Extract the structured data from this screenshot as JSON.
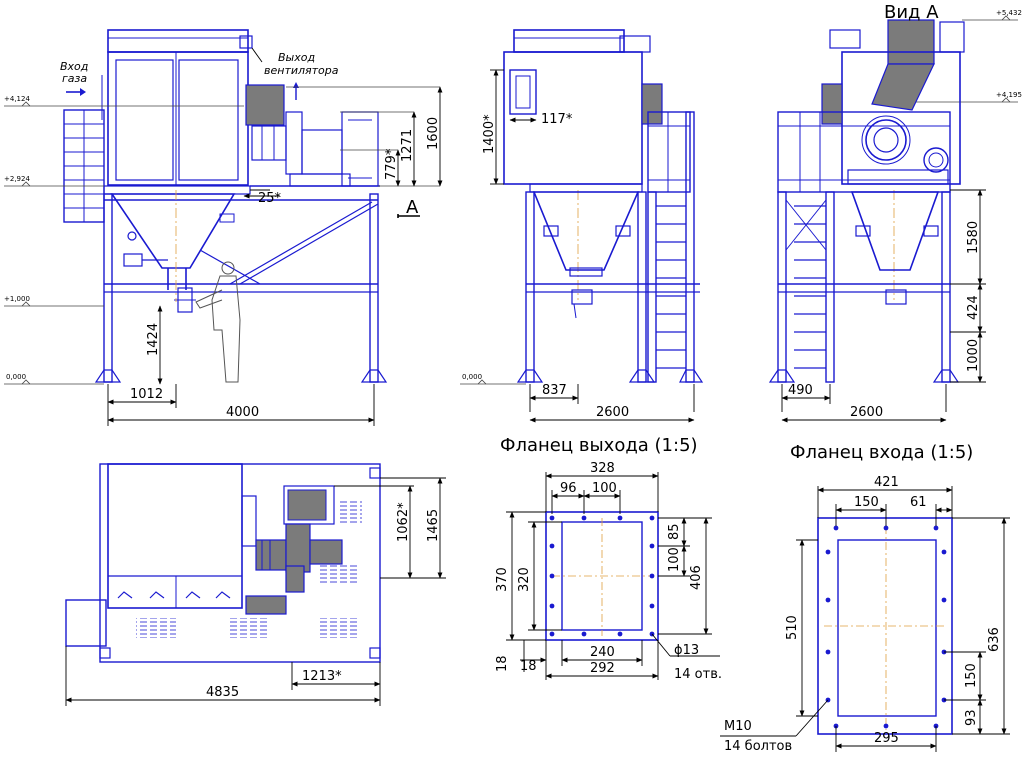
{
  "main_view": {
    "labels": {
      "gas_inlet": [
        "Вход",
        "газа"
      ],
      "fan_outlet": [
        "Выход",
        "вентилятора"
      ],
      "view_marker": "А"
    },
    "levels": [
      "+4,124",
      "+2,924",
      "+1,000",
      "0,000"
    ],
    "dims": {
      "d1600": "1600",
      "d1271": "1271",
      "d779": "779*",
      "d25": "25*",
      "d1424": "1424",
      "d1012": "1012",
      "d4000": "4000"
    }
  },
  "side_view": {
    "levels": [
      "0,000"
    ],
    "dims": {
      "d1400": "1400*",
      "d117": "117*",
      "d837": "837",
      "d2600": "2600"
    }
  },
  "view_a": {
    "title": "Вид А",
    "levels": [
      "+5,432",
      "+4,195"
    ],
    "dims": {
      "d1580": "1580",
      "d424": "424",
      "d1000": "1000",
      "d490": "490",
      "d2600": "2600"
    }
  },
  "plan_view": {
    "dims": {
      "d1062": "1062*",
      "d1465": "1465",
      "d4835": "4835",
      "d1213": "1213*"
    }
  },
  "outlet_flange": {
    "title": "Фланец выхода (1:5)",
    "dims": {
      "d328": "328",
      "d96": "96",
      "d100_top": "100",
      "d370": "370",
      "d320": "320",
      "d85": "85",
      "d100_right": "100",
      "d406": "406",
      "d18_left": "18",
      "d18_bottom": "18",
      "d240": "240",
      "d292": "292"
    },
    "hole_dia": "ϕ13",
    "holes_note": "14 отв."
  },
  "inlet_flange": {
    "title": "Фланец входа (1:5)",
    "dims": {
      "d421": "421",
      "d150_top": "150",
      "d61": "61",
      "d510": "510",
      "d636": "636",
      "d150_right": "150",
      "d93": "93",
      "d295": "295"
    },
    "bolt": "М10",
    "bolts_note": "14 болтов"
  },
  "colors": {
    "line": "#1a1ad0",
    "fill": "#7b7b7b",
    "dim_line": "#000000",
    "leader": "#444444",
    "axis": "#e0a040"
  }
}
